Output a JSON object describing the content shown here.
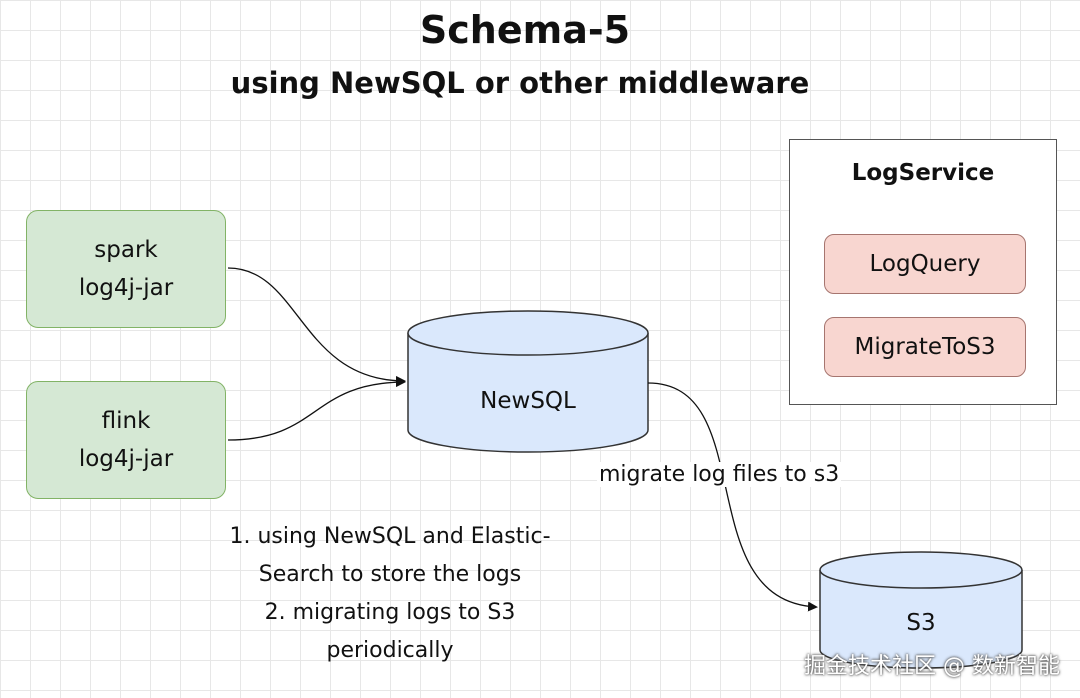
{
  "title": "Schema-5",
  "subtitle": "using NewSQL or other middleware",
  "sources": [
    {
      "line1": "spark",
      "line2": "log4j-jar"
    },
    {
      "line1": "flink",
      "line2": "log4j-jar"
    }
  ],
  "newsql": {
    "label": "NewSQL"
  },
  "s3": {
    "label": "S3"
  },
  "edge_label": "migrate log files to s3",
  "logservice": {
    "title": "LogService",
    "items": [
      "LogQuery",
      "MigrateToS3"
    ]
  },
  "notes": [
    "1. using NewSQL and Elastic-",
    "Search to store the logs",
    "2. migrating logs to S3",
    "periodically"
  ],
  "watermark": "掘金技术社区 @ 数新智能",
  "colors": {
    "source_fill": "#d5e8d4",
    "source_stroke": "#82b366",
    "db_fill": "#dae8fc",
    "db_stroke": "#333333",
    "item_fill": "#f8d6d0"
  }
}
